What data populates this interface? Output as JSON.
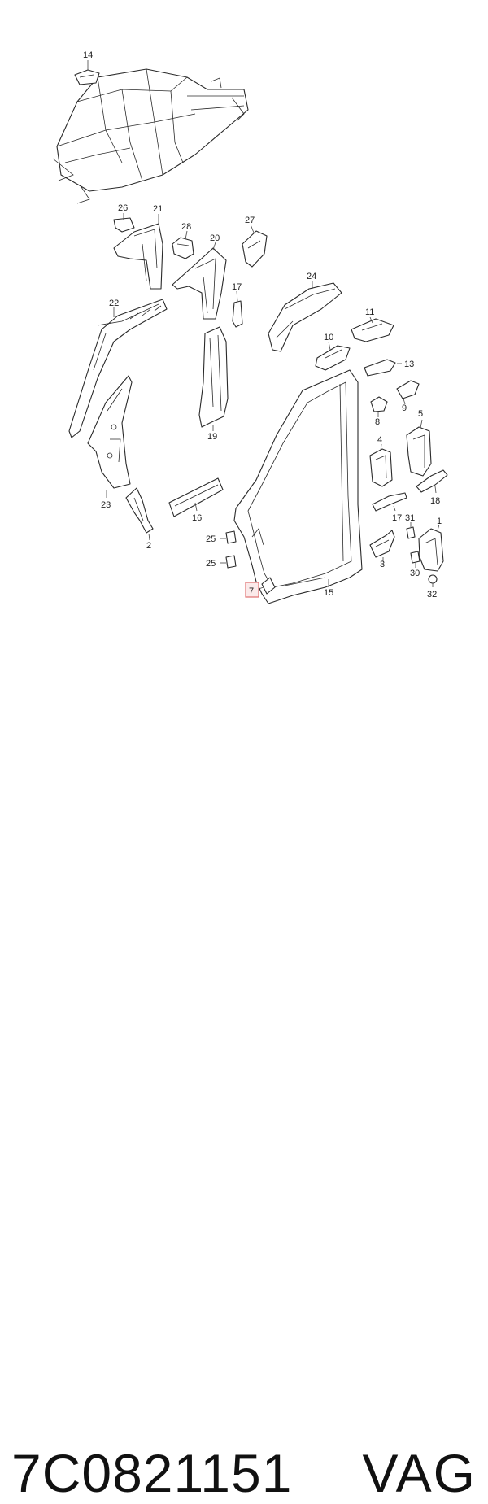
{
  "caption": {
    "part_number": "7C0821151",
    "brand": "VAG"
  },
  "callouts": {
    "c14": "14",
    "c26": "26",
    "c21": "21",
    "c28": "28",
    "c20": "20",
    "c27": "27",
    "c24": "24",
    "c17a": "17",
    "c22": "22",
    "c11": "11",
    "c10": "10",
    "c13": "13",
    "c9": "9",
    "c8": "8",
    "c5": "5",
    "c4": "4",
    "c19": "19",
    "c23": "23",
    "c18": "18",
    "c16": "16",
    "c17b": "17",
    "c31": "31",
    "c1": "1",
    "c2": "2",
    "c25a": "25",
    "c25b": "25",
    "c3": "3",
    "c7": "7",
    "c15": "15",
    "c30": "30",
    "c32": "32"
  },
  "highlight": {
    "item": "7",
    "color": "#e07070"
  }
}
